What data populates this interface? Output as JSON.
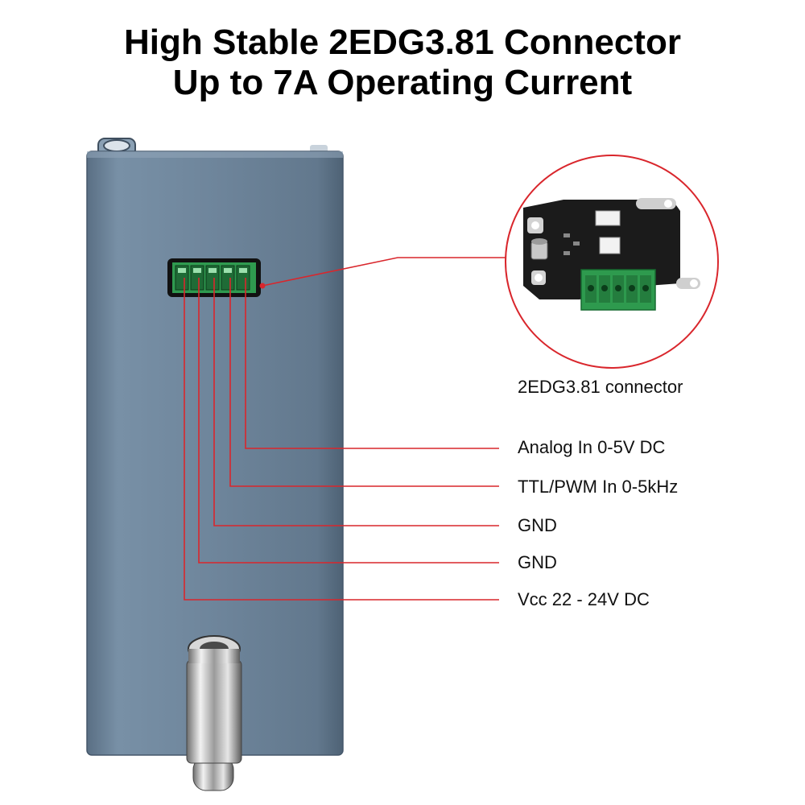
{
  "header": {
    "title_line1": "High Stable 2EDG3.81 Connector",
    "title_line2": "Up to 7A Operating Current"
  },
  "callout": {
    "caption": "2EDG3.81 connector"
  },
  "pins": [
    {
      "label": "Analog In 0-5V DC"
    },
    {
      "label": "TTL/PWM In 0-5kHz"
    },
    {
      "label": "GND"
    },
    {
      "label": "GND"
    },
    {
      "label": "Vcc 22 - 24V DC"
    }
  ],
  "colors": {
    "leader_line": "#d9262c",
    "housing": "#6b8197",
    "terminal_block": "#2f9a4f",
    "pcb": "#1b1b1b"
  }
}
